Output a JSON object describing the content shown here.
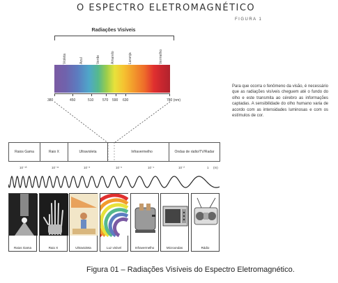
{
  "title": "O ESPECTRO ELETROMAGNÉTICO",
  "figure_label": "FIGURA 1",
  "visible_title": "Radiações Visíveis",
  "colors": [
    {
      "name": "Violeta"
    },
    {
      "name": "Azul"
    },
    {
      "name": "Verde"
    },
    {
      "name": "Amarelo"
    },
    {
      "name": "Laranja"
    },
    {
      "name": "Vermelho"
    }
  ],
  "wavelengths": [
    "380",
    "450",
    "510",
    "570",
    "590",
    "630",
    "780 (nm)"
  ],
  "regions": [
    {
      "label": "Raios Gama"
    },
    {
      "label": "Raio X"
    },
    {
      "label": "Ultravioleta"
    },
    {
      "label": "Infravermelho"
    },
    {
      "label": "Ondas de rádio/TV/Radar"
    }
  ],
  "powers": [
    "10⁻¹³",
    "10⁻¹¹",
    "10⁻⁸",
    "10⁻⁶",
    "10⁻⁴",
    "10⁻²",
    "1"
  ],
  "power_unit": "(m)",
  "images": [
    {
      "label": "Raios Gama",
      "icon": "gamma-source-icon"
    },
    {
      "label": "Raio X",
      "icon": "xray-hand-icon"
    },
    {
      "label": "Ultravioleta",
      "icon": "sunbathing-icon"
    },
    {
      "label": "Luz visível",
      "icon": "rainbow-icon"
    },
    {
      "label": "Infravermelho",
      "icon": "toaster-icon"
    },
    {
      "label": "Microondas",
      "icon": "microwave-icon"
    },
    {
      "label": "Rádio",
      "icon": "radio-icon"
    }
  ],
  "paragraph": "Para que ocorra o fenômeno da visão, é necessário que as radiações visíveis cheguem até o fundo do olho e este transmita ao cérebro as informações captadas. A sensibilidade do olho humano varia de acordo com as intensidades luminosas e com os estímulos de cor.",
  "caption": "Figura 01 – Radiações Visíveis do Espectro Eletromagnético."
}
